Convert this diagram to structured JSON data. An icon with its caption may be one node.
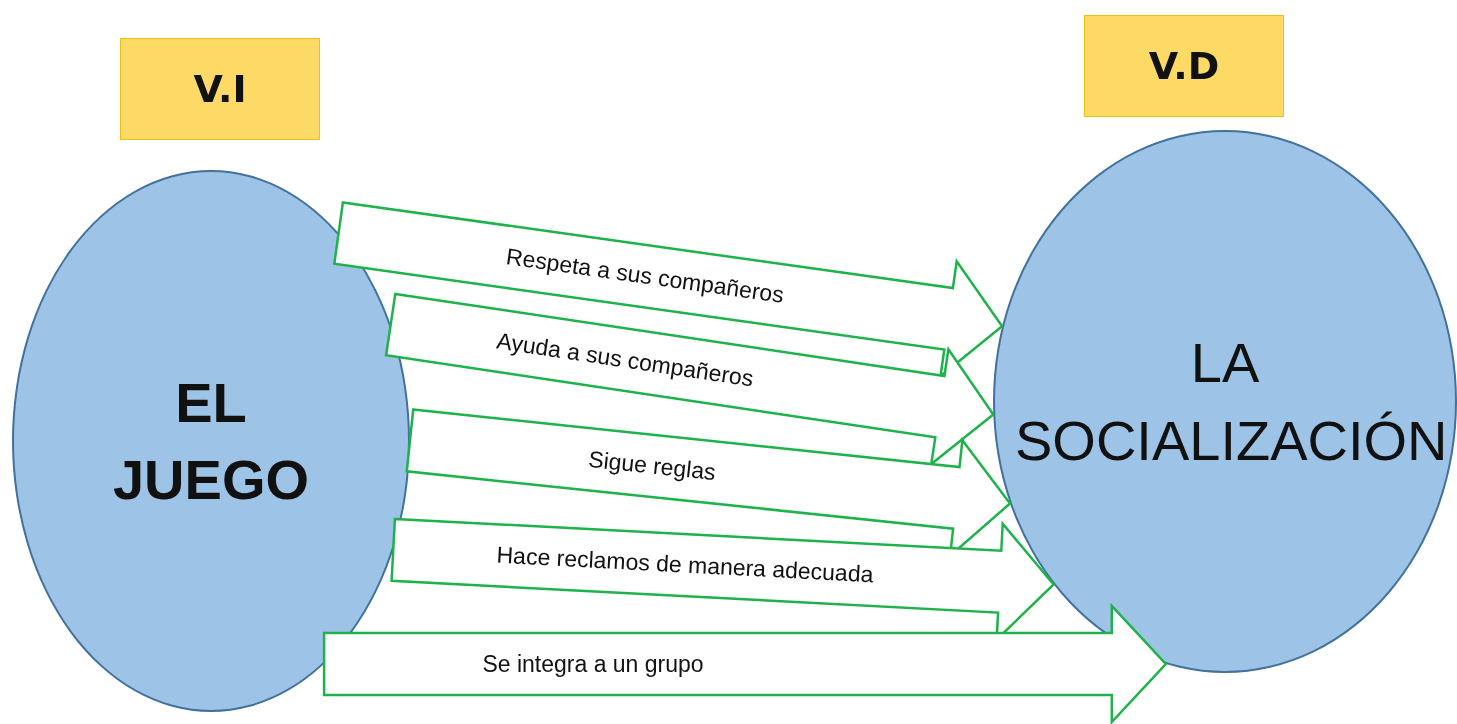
{
  "diagram": {
    "nodes": [
      {
        "text": [
          "V.I"
        ]
      },
      {
        "text": [
          "V.D"
        ]
      },
      {
        "text": [
          "EL JUEGO"
        ]
      },
      {
        "text": [
          "LA SOCIALIZACIÓN"
        ]
      }
    ],
    "edges": [
      {
        "from": 2,
        "to": 3,
        "arrow": "to",
        "label": "Respeta a sus compañeros"
      },
      {
        "from": 2,
        "to": 3,
        "arrow": "to",
        "label": "Ayuda a sus compañeros"
      },
      {
        "from": 2,
        "to": 3,
        "arrow": "to",
        "label": "Sigue reglas"
      },
      {
        "from": 2,
        "to": 3,
        "arrow": "to",
        "label": "Hace reclamos de manera adecuada"
      },
      {
        "from": 2,
        "to": 3,
        "arrow": "to",
        "label": "Se integra a un grupo"
      }
    ]
  }
}
